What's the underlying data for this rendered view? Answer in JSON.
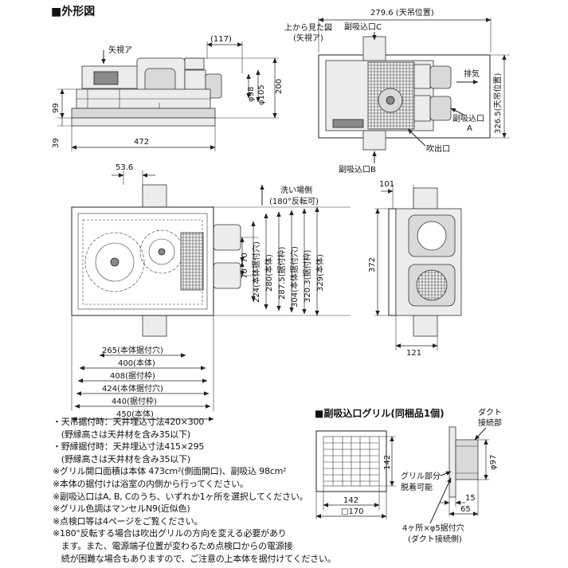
{
  "section_title": "■外形図",
  "front_view": {
    "arrow_label": "矢視ア",
    "dims": {
      "d117": "(117)",
      "d98": "φ98",
      "d105": "φ105",
      "d200": "200",
      "d99": "99",
      "d39": "39",
      "d472": "472"
    }
  },
  "top_view": {
    "caption_line1": "上から見た図",
    "caption_line2": "(矢視ア)",
    "d279": "279.6 (天吊位置)",
    "inletC": "副吸込口C",
    "exhaust": "排気",
    "d326": "326.5(天吊位置)",
    "inletA_line1": "副吸込口",
    "inletA_line2": "A",
    "outlet": "吹出口",
    "inletB": "副吸込口B"
  },
  "plan_view": {
    "d53": "53.6",
    "wash_line1": "洗い場側",
    "wash_line2": "(180°反転可)",
    "vdims": [
      "70",
      "70",
      "224(本体据付穴)",
      "280(本体)",
      "287.5(据付枠)",
      "304(本体据付穴)",
      "320.3(据付枠)",
      "329(本体)"
    ],
    "hdims": [
      "265(本体据付穴)",
      "400(本体)",
      "408(据付枠)",
      "424(本体据付穴)",
      "440(据付枠)",
      "450(本体)"
    ]
  },
  "side_view": {
    "d101": "101",
    "d372": "372",
    "d121": "121"
  },
  "notes": [
    "・天吊据付時：天井埋込寸法420×300",
    "　(野縁高さは天井材を含み35以下)",
    "・野縁据付時：天井埋込寸法415×295",
    "　(野縁高さは天井材を含み35以下)",
    "※グリル開口面積は本体 473cm²(側面開口)、副吸込 98cm²",
    "※本体の据付けは浴室の内側から行ってください。",
    "※副吸込口はA, B, Cのうち、いずれか1ヶ所を選択してください。",
    "※グリル色調はマンセルN9(近似色)",
    "※点検口等は4ページをご覧ください。",
    "※180°反転する場合は吹出グリルの方向を変える必要があり",
    "　ます。また、電源端子位置が変わるため点検口からの電源接",
    "　続が困難な場合もありますので、ご注意の上本体を据付けてください。"
  ],
  "grille": {
    "title": "■副吸込口グリル(同梱品1個)",
    "duct_line1": "ダクト",
    "duct_line2": "接続部",
    "d97": "φ97",
    "d142v": "142",
    "removable_line1": "グリル部分",
    "removable_line2": "脱着可能",
    "d142h": "142",
    "d170": "□170",
    "d15": "15",
    "d65": "65",
    "holes_line1": "4ヶ所×φ5据付穴",
    "holes_line2": "(ダクト接続側)"
  }
}
